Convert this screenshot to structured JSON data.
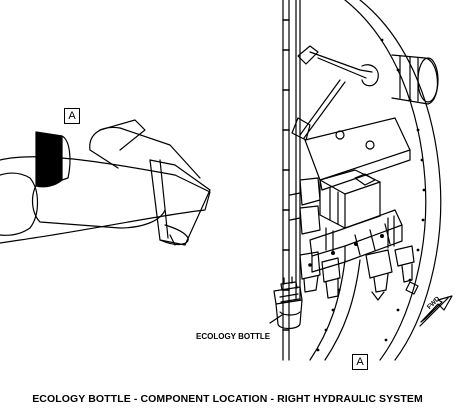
{
  "diagram": {
    "caption": "ECOLOGY BOTTLE - COMPONENT LOCATION - RIGHT HYDRAULIC SYSTEM",
    "component_label": "ECOLOGY BOTTLE",
    "view_reference": "A",
    "detail_reference": "A",
    "fwd_label": "FWD"
  }
}
